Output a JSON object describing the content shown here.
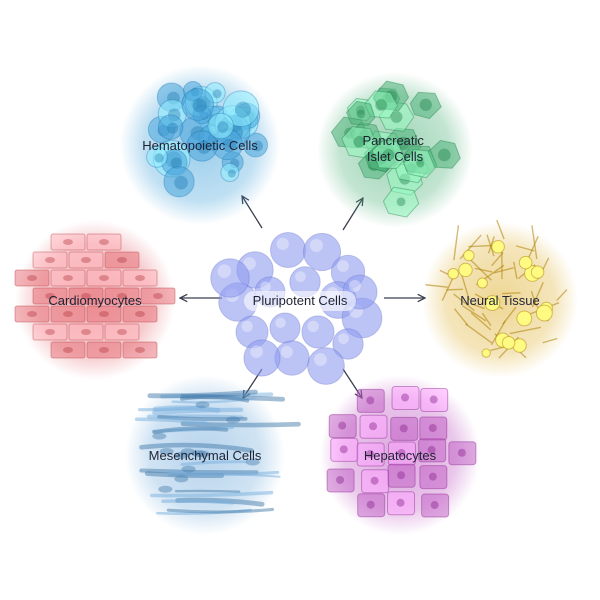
{
  "center": {
    "label": "Pluripotent Cells",
    "color": "#8f9cf0"
  },
  "nodes": [
    {
      "id": "hematopoietic",
      "lines": [
        "Hematopoietic Cells"
      ],
      "color": "#4aa6dc"
    },
    {
      "id": "pancreatic",
      "lines": [
        "Pancreatic",
        "Islet Cells"
      ],
      "color": "#4fb27a"
    },
    {
      "id": "neural",
      "lines": [
        "Neural Tissue"
      ],
      "color": "#e0b53c"
    },
    {
      "id": "hepatocytes",
      "lines": [
        "Hepatocytes"
      ],
      "color": "#c05cc4"
    },
    {
      "id": "mesenchymal",
      "lines": [
        "Mesenchymal Cells"
      ],
      "color": "#7ab0de"
    },
    {
      "id": "cardiomyocytes",
      "lines": [
        "Cardiomyocytes"
      ],
      "color": "#e56c74"
    }
  ],
  "arrow_color": "#3a3f4f"
}
